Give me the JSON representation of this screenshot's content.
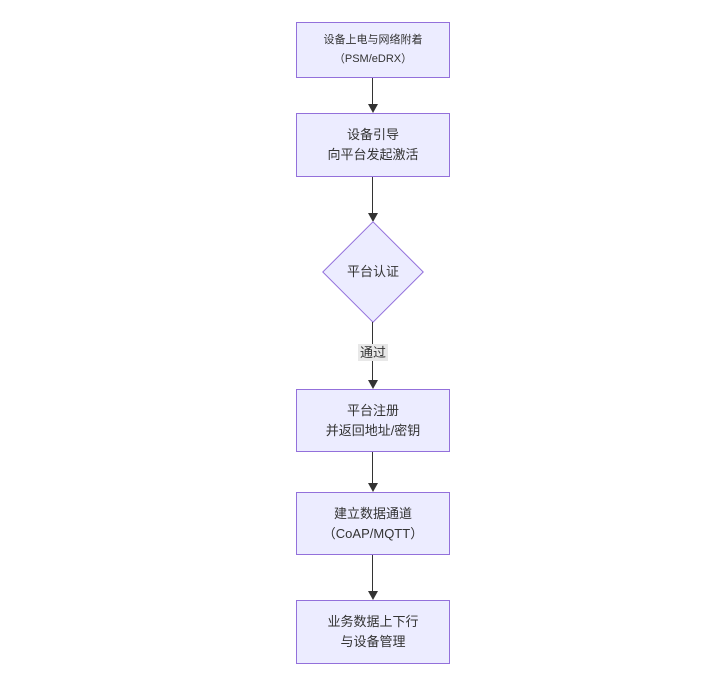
{
  "diagram": {
    "type": "flowchart-top-down",
    "colors": {
      "node_fill": "#ECECFF",
      "node_border": "#9370DB",
      "text": "#333333",
      "edge_line": "#333333",
      "edge_label_bg": "#e8e8e8",
      "background": "#ffffff"
    },
    "nodes": [
      {
        "id": "power-on",
        "shape": "rect",
        "lines": [
          "设备上电与网络附着",
          "（PSM/eDRX）"
        ]
      },
      {
        "id": "bootstrap",
        "shape": "rect",
        "lines": [
          "设备引导",
          "向平台发起激活"
        ]
      },
      {
        "id": "auth-decision",
        "shape": "diamond",
        "lines": [
          "平台认证"
        ]
      },
      {
        "id": "register",
        "shape": "rect",
        "lines": [
          "平台注册",
          "并返回地址/密钥"
        ]
      },
      {
        "id": "data-channel",
        "shape": "rect",
        "lines": [
          "建立数据通道",
          "（CoAP/MQTT）"
        ]
      },
      {
        "id": "business-data",
        "shape": "rect",
        "lines": [
          "业务数据上下行",
          "与设备管理"
        ]
      }
    ],
    "edges": [
      {
        "from": "power-on",
        "to": "bootstrap",
        "label": ""
      },
      {
        "from": "bootstrap",
        "to": "auth-decision",
        "label": ""
      },
      {
        "from": "auth-decision",
        "to": "register",
        "label": "通过"
      },
      {
        "from": "register",
        "to": "data-channel",
        "label": ""
      },
      {
        "from": "data-channel",
        "to": "business-data",
        "label": ""
      }
    ]
  }
}
